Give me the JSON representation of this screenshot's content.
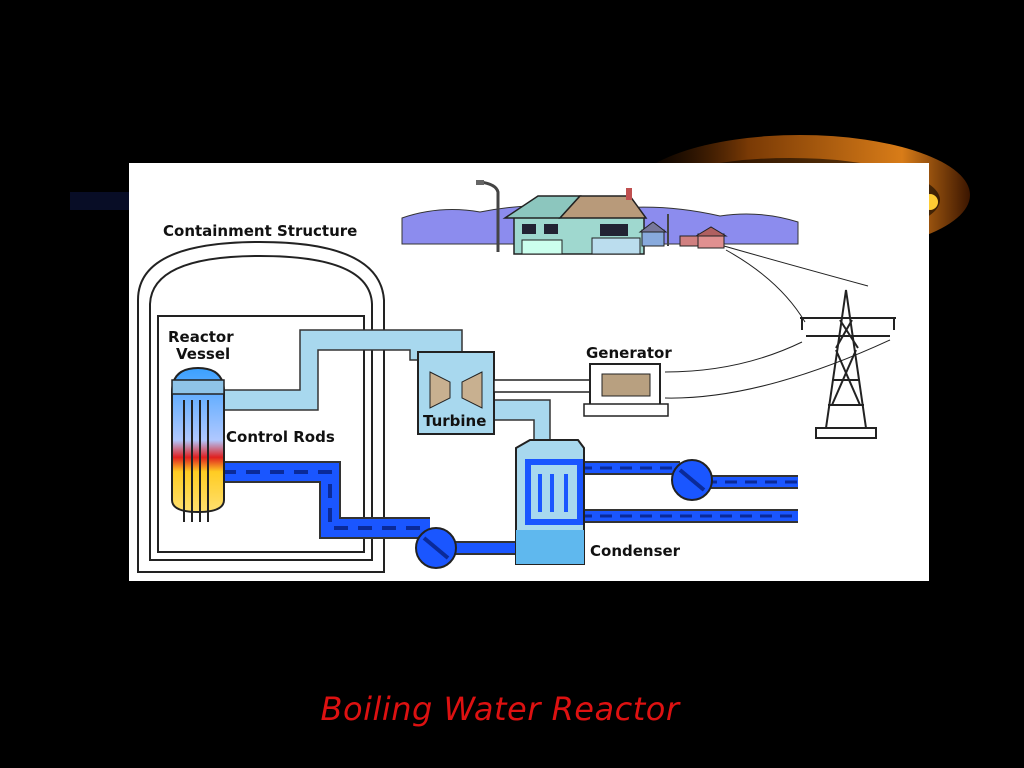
{
  "labels": {
    "containment": "Containment Structure",
    "reactor_line1": "Reactor",
    "reactor_line2": "Vessel",
    "control_rods": "Control Rods",
    "generator": "Generator",
    "turbine": "Turbine",
    "condenser": "Condenser"
  },
  "caption": "Boiling Water Reactor",
  "colors": {
    "background": "#000000",
    "steam": "#a8d8ee",
    "water": "#1a56ff",
    "caption": "#dd1111",
    "glow": "#c8741a"
  }
}
